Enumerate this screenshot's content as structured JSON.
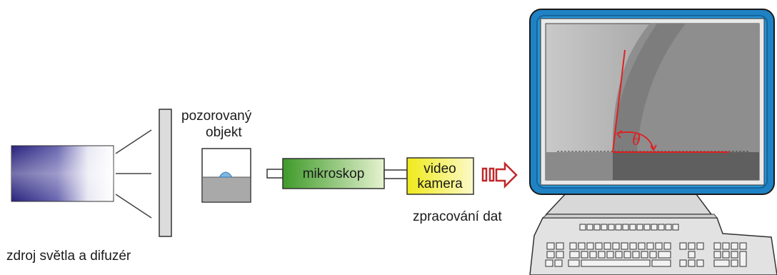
{
  "labels": {
    "source": "zdroj světla a difuzér",
    "object_line1": "pozorovaný",
    "object_line2": "objekt",
    "microscope": "mikroskop",
    "camera_line1": "video",
    "camera_line2": "kamera",
    "processing": "zpracování dat",
    "angle": "θ"
  },
  "colors": {
    "light_dark": "#2a237e",
    "microscope_green": "#7ec63a",
    "camera_yellow": "#f2ee2c",
    "arrow_red": "#c0282b",
    "monitor_blue": "#1f82c4",
    "angle_red": "#e02020"
  },
  "icons": {
    "arrow": "right-arrow-icon",
    "computer": "computer-monitor-icon",
    "keyboard": "keyboard-icon"
  }
}
